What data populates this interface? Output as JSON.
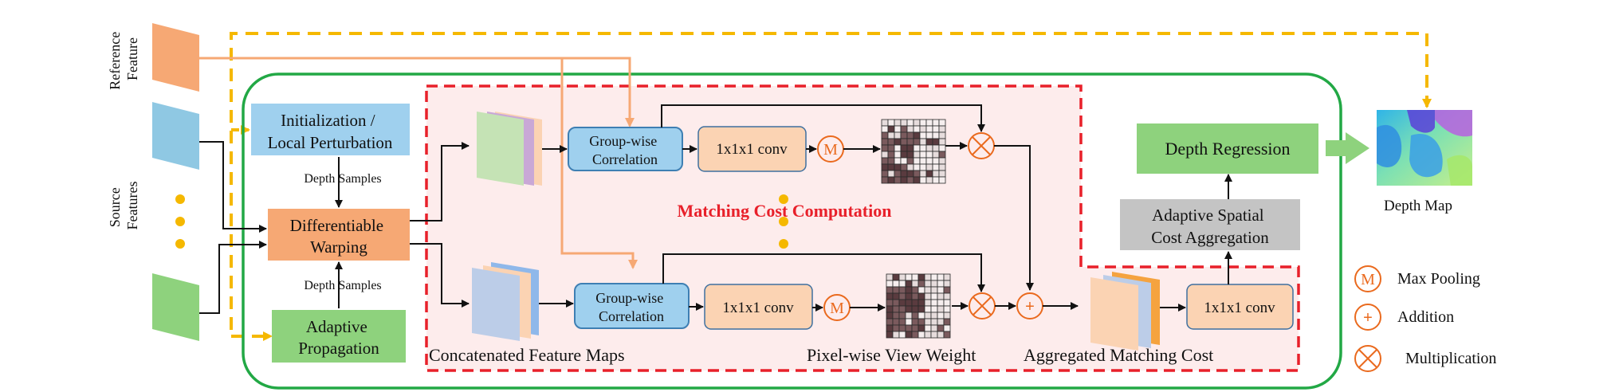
{
  "inputs": {
    "reference_label": [
      "Reference",
      "Feature"
    ],
    "source_label": [
      "Source",
      "Features"
    ]
  },
  "boxes": {
    "init": [
      "Initialization /",
      "Local Perturbation"
    ],
    "warp": [
      "Differentiable",
      "Warping"
    ],
    "prop": [
      "Adaptive",
      "Propagation"
    ],
    "gwc": [
      "Group-wise",
      "Correlation"
    ],
    "conv": "1x1x1 conv",
    "depth_regression": "Depth Regression",
    "aggregation": [
      "Adaptive Spatial",
      "Cost  Aggregation"
    ]
  },
  "labels": {
    "depth_samples": "Depth Samples",
    "matching_cost_computation": "Matching Cost Computation",
    "concatenated_feature_maps": "Concatenated Feature Maps",
    "pixel_view_weight": "Pixel-wise View Weight",
    "aggregated_matching_cost": "Aggregated Matching Cost",
    "depth_map": "Depth Map",
    "maxpool_symbol": "M",
    "addition_symbol": "+"
  },
  "legend": [
    {
      "symbol": "M",
      "label": "Max Pooling"
    },
    {
      "symbol": "+",
      "label": "Addition"
    },
    {
      "symbol": "×",
      "label": "Multiplication"
    }
  ],
  "colors": {
    "blue_box": "#9fd0ee",
    "orange_box": "#f6a874",
    "green_box": "#8ed27d",
    "gray_box": "#c4c4c4",
    "light_orange": "#fbd3b3",
    "light_blue": "#8fc3e3",
    "green_border": "#22a845",
    "red_dash": "#e8202a",
    "yellow_dash": "#f5b800",
    "pink_bg": "#fdecec",
    "orange_line": "#f6a874",
    "accent_orange": "#ea6a1e"
  }
}
